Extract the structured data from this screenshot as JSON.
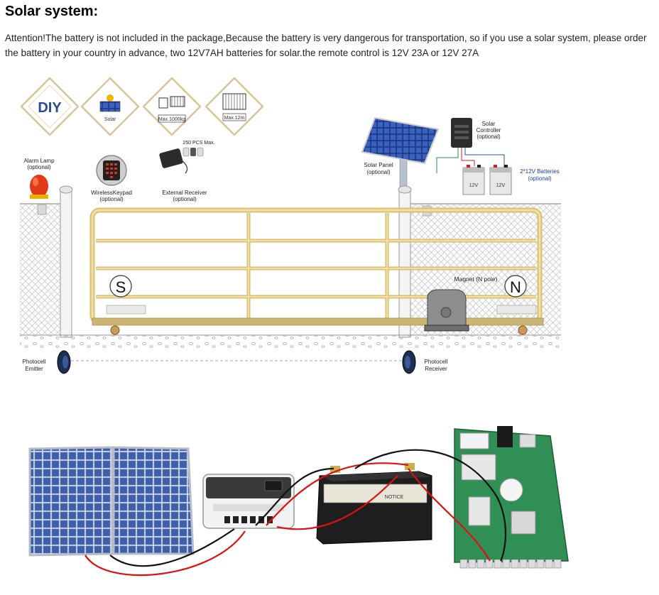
{
  "header": {
    "title": "Solar system:",
    "note": "Attention!The battery is not included in the package,Because the battery is very dangerous for transportation, so if you use a solar system, please order the battery in your country in advance, two 12V7AH batteries for solar.the remote control is 12V 23A or 12V 27A"
  },
  "badges": {
    "diy": "DIY",
    "solar": "Solar",
    "weight": "Max.1000kg",
    "length": "Max.12m"
  },
  "labels": {
    "alarm_lamp_1": "Alarm Lamp",
    "alarm_lamp_2": "(optional)",
    "keypad_1": "WirelessKeypad",
    "keypad_2": "(optional)",
    "receiver_count": "250 PCS Max.",
    "receiver_1": "External Receiver",
    "receiver_2": "(optional)",
    "solar_panel_1": "Solar Panel",
    "solar_panel_2": "(optional)",
    "controller_1": "Solar",
    "controller_2": "Controller",
    "controller_3": "(optional)",
    "batteries_1": "2*12V Batteries",
    "batteries_2": "(optional)",
    "battery_a": "12V",
    "battery_b": "12V",
    "magnet": "Magnet (N pole)",
    "pole_s": "S",
    "pole_n": "N",
    "photocell_emitter_1": "Photocell",
    "photocell_emitter_2": "Emitter",
    "photocell_receiver_1": "Photocell",
    "photocell_receiver_2": "Receiver",
    "battery_brand": "NOTICE"
  },
  "colors": {
    "gate": "#e6cf8a",
    "gate_edge": "#cfb262",
    "badge_border": "#d8c39a",
    "panel_blue": "#24408f",
    "pcb_green": "#2f8f55",
    "wire_red": "#d11",
    "wire_black": "#111",
    "batteries_label": "#1b3f9a"
  }
}
